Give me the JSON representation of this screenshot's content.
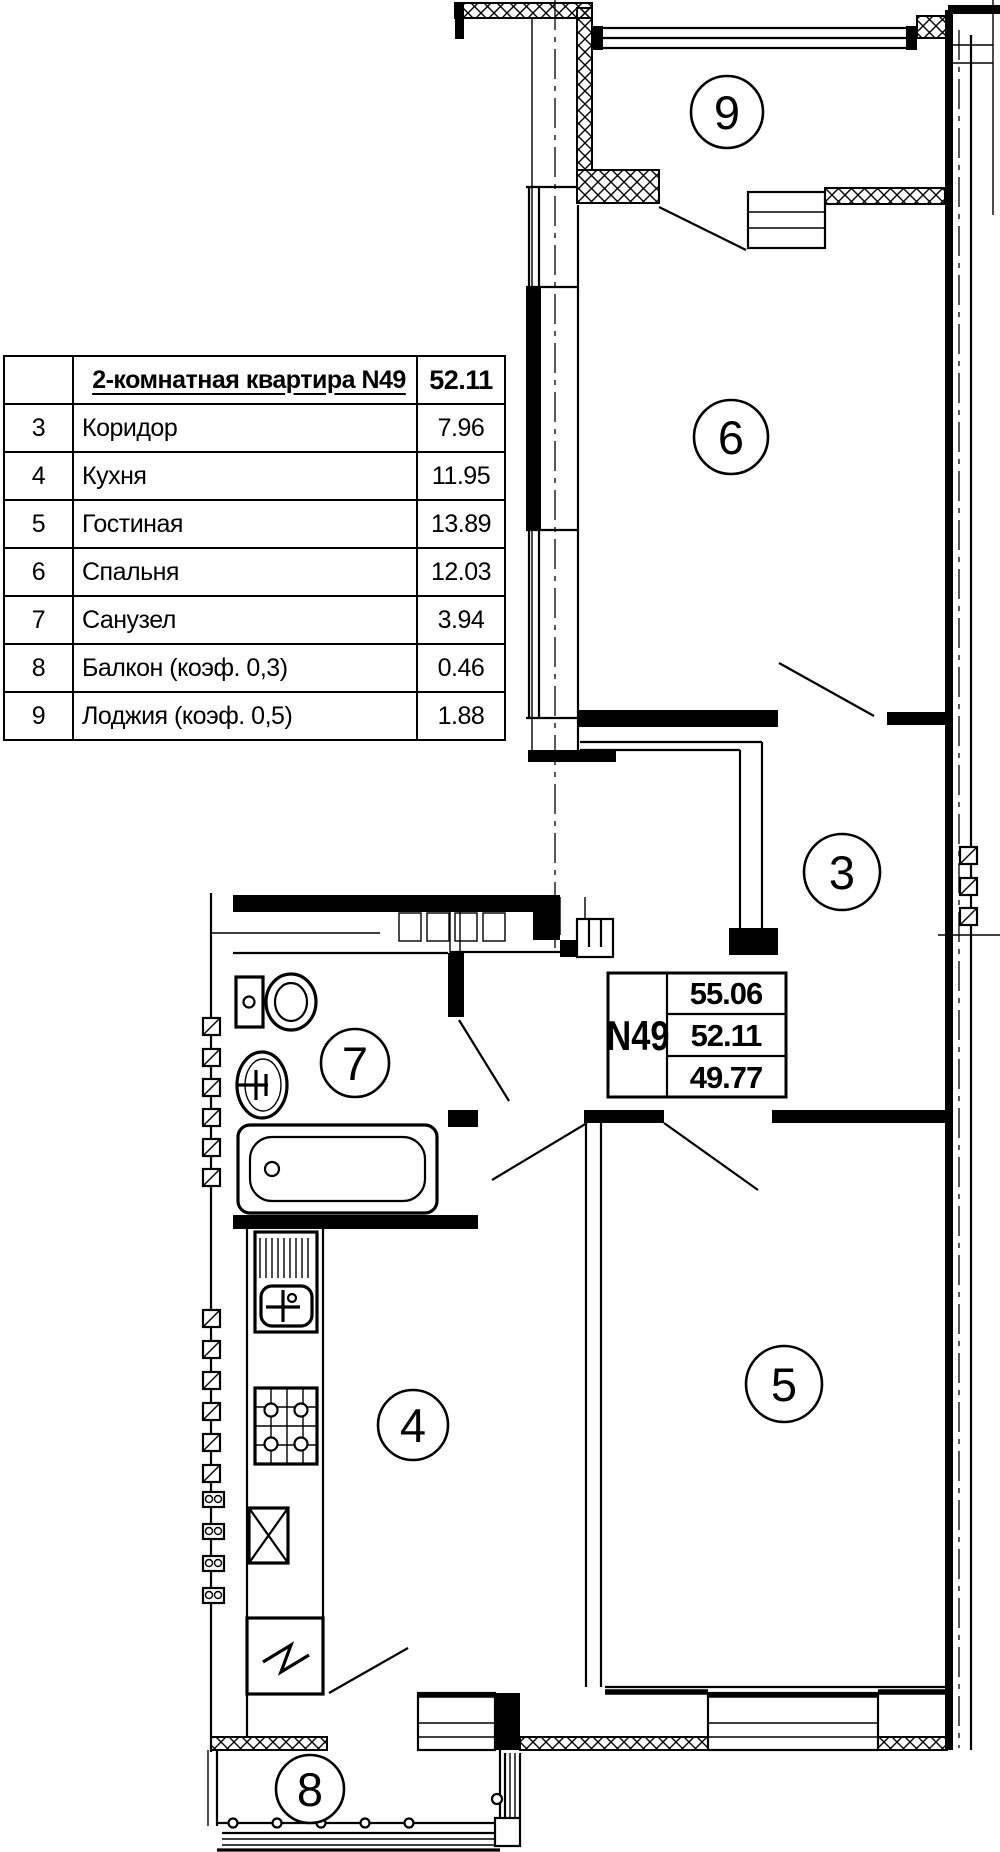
{
  "title": "2-комнатная квартира N49",
  "colors": {
    "ink": "#000000",
    "paper": "#ffffff"
  },
  "table": {
    "header": {
      "num": "",
      "name": "2-комнатная квартира N49",
      "value": "52.11"
    },
    "rows": [
      {
        "num": "3",
        "name": "Коридор",
        "value": "7.96"
      },
      {
        "num": "4",
        "name": "Кухня",
        "value": "11.95"
      },
      {
        "num": "5",
        "name": "Гостиная",
        "value": "13.89"
      },
      {
        "num": "6",
        "name": "Спальня",
        "value": "12.03"
      },
      {
        "num": "7",
        "name": "Санузел",
        "value": "3.94"
      },
      {
        "num": "8",
        "name": "Балкон (коэф. 0,3)",
        "value": "0.46"
      },
      {
        "num": "9",
        "name": "Лоджия (коэф. 0,5)",
        "value": "1.88"
      }
    ]
  },
  "info_block": {
    "unit": "N49",
    "values": [
      "55.06",
      "52.11",
      "49.77"
    ]
  },
  "rooms": {
    "r3": "3",
    "r4": "4",
    "r5": "5",
    "r6": "6",
    "r7": "7",
    "r8": "8",
    "r9": "9"
  }
}
